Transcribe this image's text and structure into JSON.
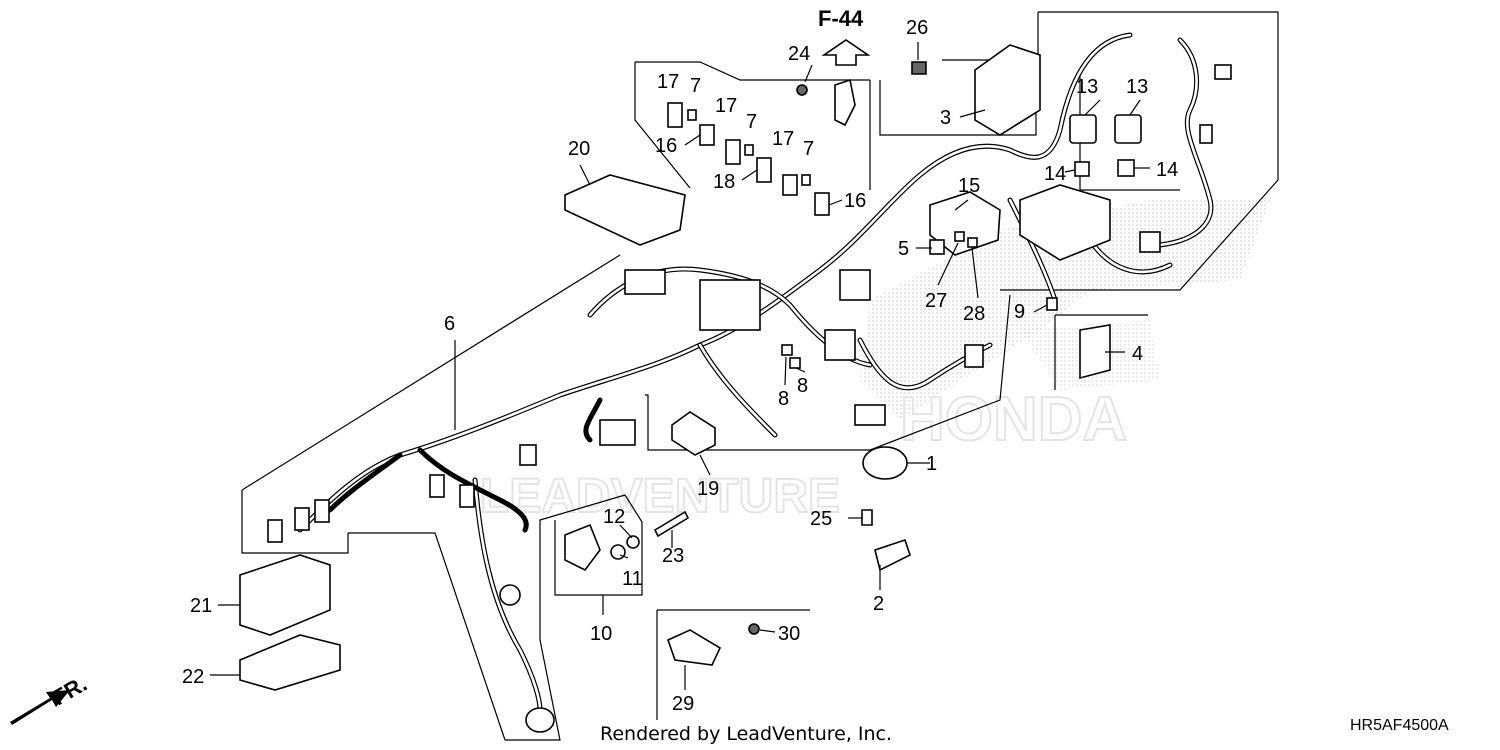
{
  "title_ref": "F-44",
  "diagram_code": "HR5AF4500A",
  "footer": "Rendered by LeadVenture, Inc.",
  "watermark_brand": "HONDA",
  "watermark_dealer": "LEADVENTURE",
  "front_marker": "FR.",
  "callouts": {
    "c1": "1",
    "c2": "2",
    "c3": "3",
    "c4": "4",
    "c5": "5",
    "c6": "6",
    "c7a": "7",
    "c7b": "7",
    "c7c": "7",
    "c8a": "8",
    "c8b": "8",
    "c9": "9",
    "c10": "10",
    "c11": "11",
    "c12": "12",
    "c13a": "13",
    "c13b": "13",
    "c14a": "14",
    "c14b": "14",
    "c15": "15",
    "c16a": "16",
    "c16b": "16",
    "c17a": "17",
    "c17b": "17",
    "c17c": "17",
    "c18": "18",
    "c19": "19",
    "c20": "20",
    "c21": "21",
    "c22": "22",
    "c23": "23",
    "c24": "24",
    "c25": "25",
    "c26": "26",
    "c27": "27",
    "c28": "28",
    "c29": "29",
    "c30": "30"
  }
}
